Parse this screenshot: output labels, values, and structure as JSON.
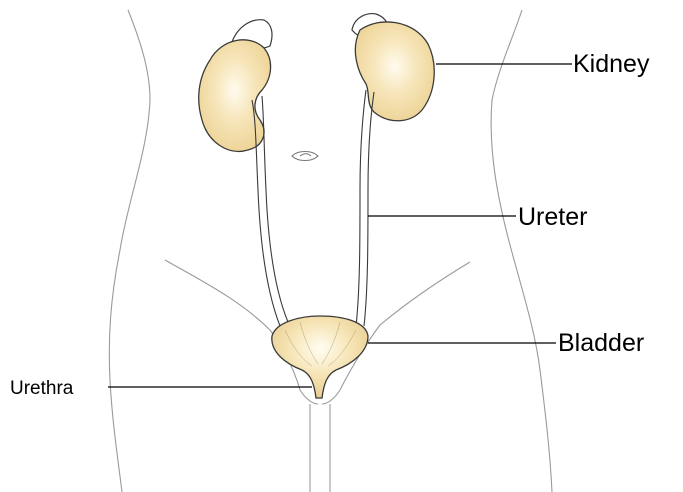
{
  "labels": {
    "kidney": "Kidney",
    "ureter": "Ureter",
    "bladder": "Bladder",
    "urethra": "Urethra"
  },
  "colors": {
    "organ_fill": "#f2dca8",
    "organ_highlight": "#fbf4dc",
    "outline": "#3a3a3a",
    "body_outline": "#9a9a9a",
    "leader_line": "#000000"
  }
}
